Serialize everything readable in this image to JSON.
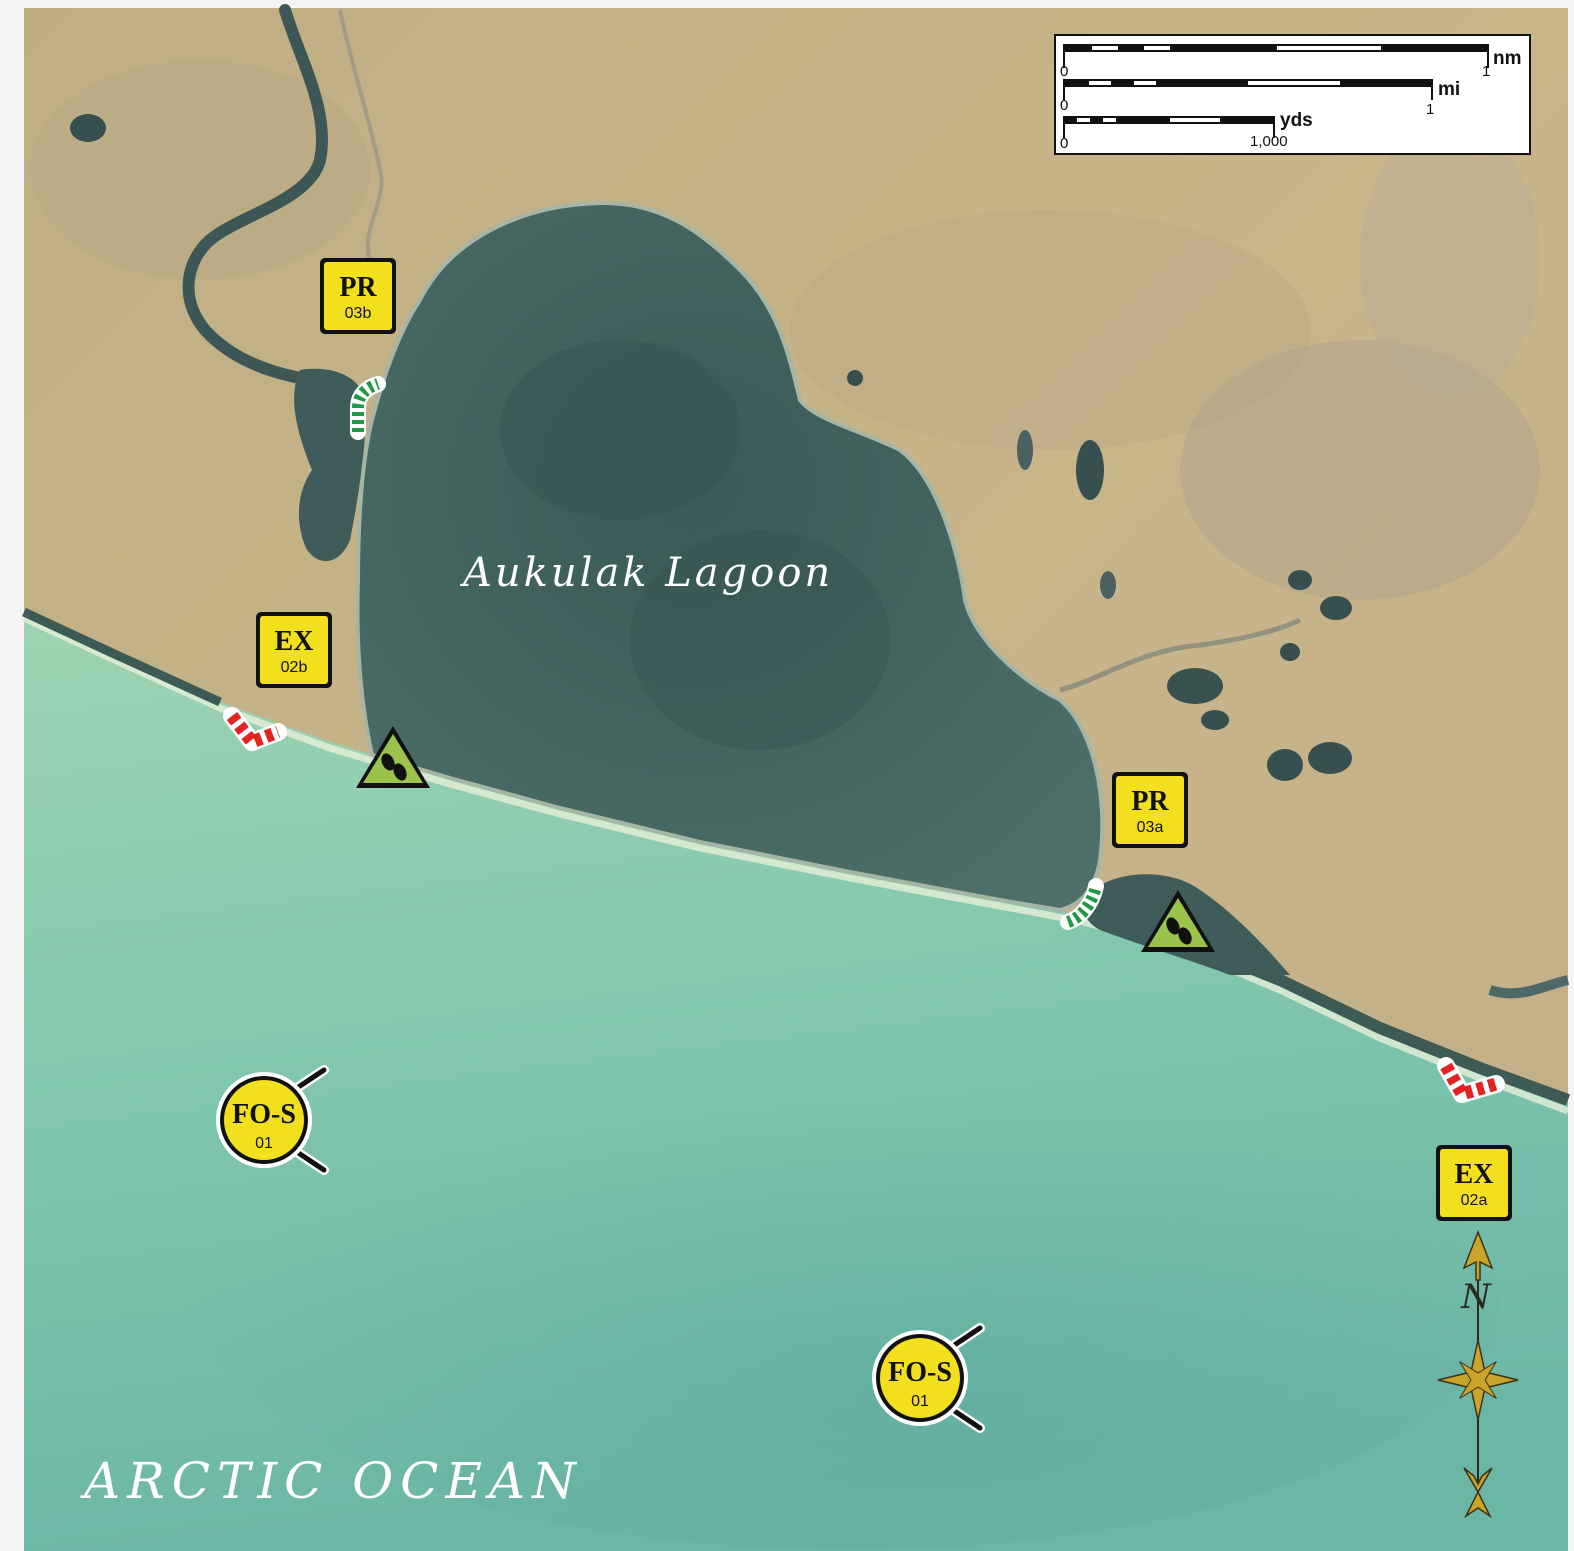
{
  "labels": {
    "lagoon": "Aukulak Lagoon",
    "ocean": "ARCTIC OCEAN"
  },
  "markers": {
    "pr_03b": {
      "code": "PR",
      "number": "03b"
    },
    "pr_03a": {
      "code": "PR",
      "number": "03a"
    },
    "ex_02b": {
      "code": "EX",
      "number": "02b"
    },
    "ex_02a": {
      "code": "EX",
      "number": "02a"
    },
    "fos_west": {
      "code": "FO-S",
      "number": "01"
    },
    "fos_east": {
      "code": "FO-S",
      "number": "01"
    }
  },
  "scale_bar": {
    "nm": {
      "unit": "nm",
      "start": "0",
      "end": "1"
    },
    "mi": {
      "unit": "mi",
      "start": "0",
      "end": "1"
    },
    "yds": {
      "unit": "yds",
      "start": "0",
      "end": "1,000"
    }
  },
  "compass": {
    "north_letter": "N"
  },
  "colors": {
    "land": "#c6b386",
    "ocean": "#7cc3ab",
    "lagoon": "#3f6260",
    "marker_yellow": "#f2df1e",
    "hazard_green": "#9bc24a",
    "stripe_green": "#1f9a44",
    "stripe_red": "#e32222",
    "compass_gold": "#c9a42a"
  },
  "icons": {
    "hazard": "footprint-hazard-icon",
    "green_route": "green-striped-route-icon",
    "red_route": "red-striped-route-icon",
    "search": "magnifier-icon",
    "compass": "compass-rose-icon"
  }
}
